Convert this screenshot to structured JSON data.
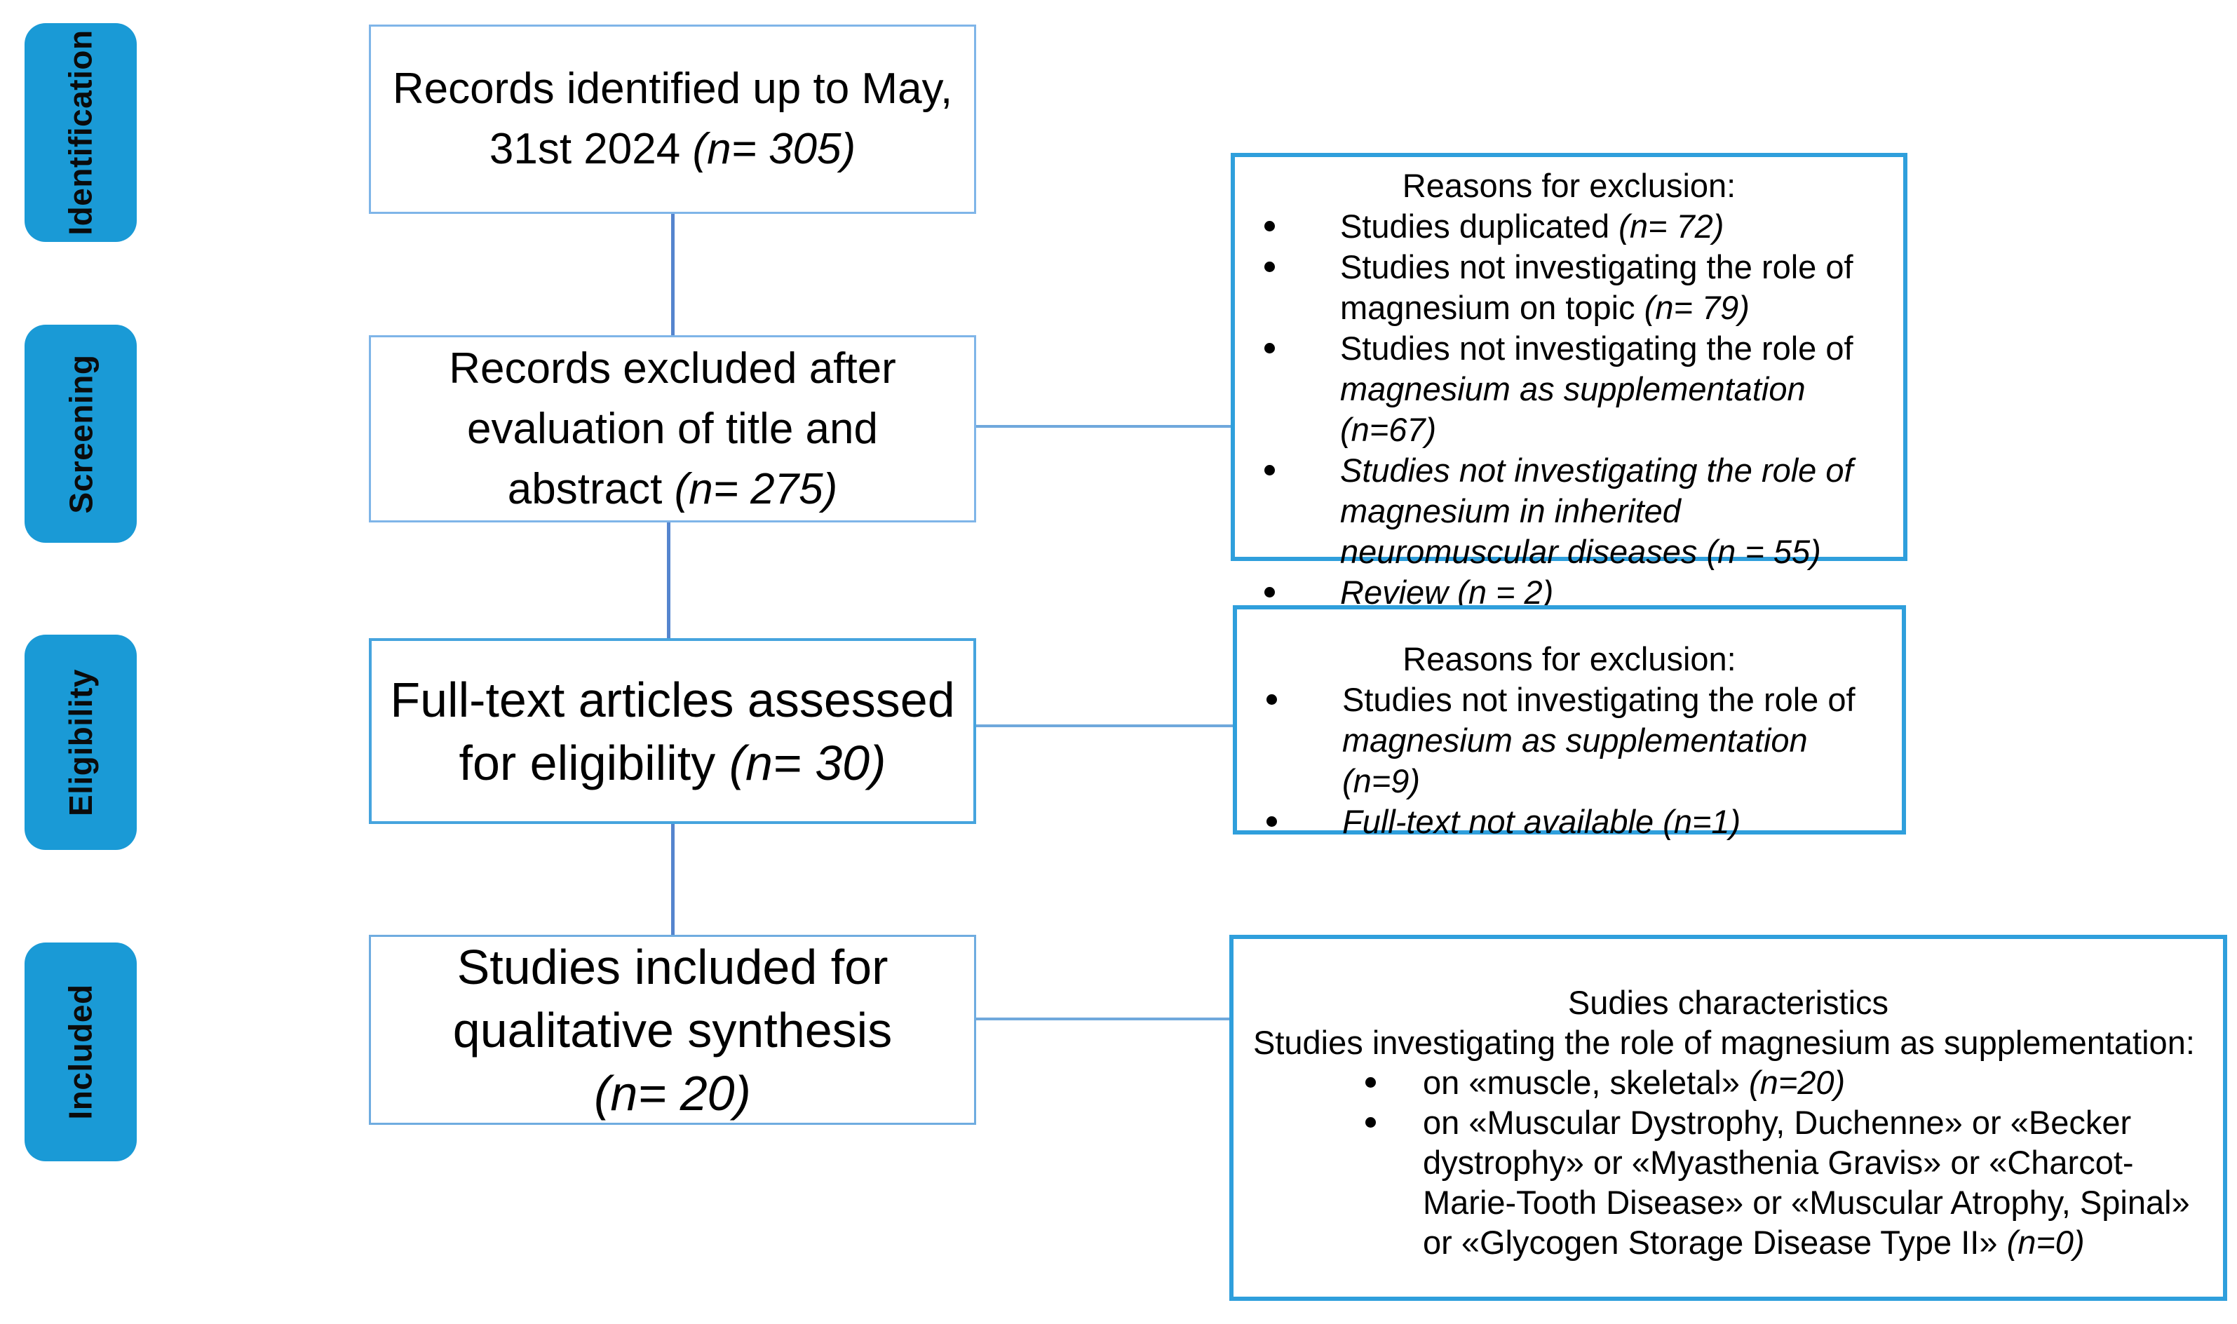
{
  "palette": {
    "stage_fill": "#1A9AD6",
    "flow_border_light": "#7FB5E8",
    "flow_border_medium": "#46A4DE",
    "reason_border": "#2F9FDC",
    "connector_h": "#6FA8DC",
    "connector_v": "#5585CE",
    "text": "#000000",
    "background": "#FFFFFF"
  },
  "stages": [
    {
      "label": "Identification"
    },
    {
      "label": "Screening"
    },
    {
      "label": "Eligibility"
    },
    {
      "label": "Included"
    }
  ],
  "flow_boxes": {
    "identified": {
      "line1": "Records identified up to May,",
      "line2_regular": "31st 2024 ",
      "line2_italic": "(n= 305)"
    },
    "excluded": {
      "line1": "Records excluded after",
      "line2": "evaluation of title and",
      "line3_regular": "abstract ",
      "line3_italic": "(n= 275)"
    },
    "fulltext": {
      "line1": "Full-text articles assessed",
      "line2_regular": "for eligibility ",
      "line2_italic": "(n= 30)"
    },
    "included": {
      "line1": "Studies included for",
      "line2": "qualitative synthesis",
      "line3_italic": "(n= 20)"
    }
  },
  "exclusion_box_1": {
    "title": "Reasons for exclusion:",
    "items": [
      {
        "regular": "Studies duplicated ",
        "italic": "(n= 72)"
      },
      {
        "regular": "Studies not investigating the role of magnesium on topic ",
        "italic": "(n= 79)"
      },
      {
        "regular": "Studies not investigating the role of ",
        "italic": "magnesium as supplementation (n=67)"
      },
      {
        "regular": "",
        "italic": "Studies not investigating the role of magnesium in inherited neuromuscular diseases (n = 55)"
      },
      {
        "regular": "",
        "italic": "Review (n = 2)"
      }
    ]
  },
  "exclusion_box_2": {
    "title": "Reasons for exclusion:",
    "items": [
      {
        "regular": "Studies not investigating the role of ",
        "italic": "magnesium as supplementation (n=9)"
      },
      {
        "regular": "",
        "italic": "Full-text not available (n=1)"
      }
    ]
  },
  "characteristics_box": {
    "title": "Sudies characteristics",
    "subtitle": "Studies investigating the role of magnesium as supplementation:",
    "items": [
      {
        "regular": "on «muscle, skeletal» ",
        "italic": "(n=20)"
      },
      {
        "regular": "on «Muscular Dystrophy, Duchenne» or «Becker dystrophy» or «Myasthenia Gravis» or «Charcot-Marie-Tooth Disease» or «Muscular Atrophy, Spinal» or «Glycogen Storage Disease Type II» ",
        "italic": "(n=0)"
      }
    ]
  }
}
